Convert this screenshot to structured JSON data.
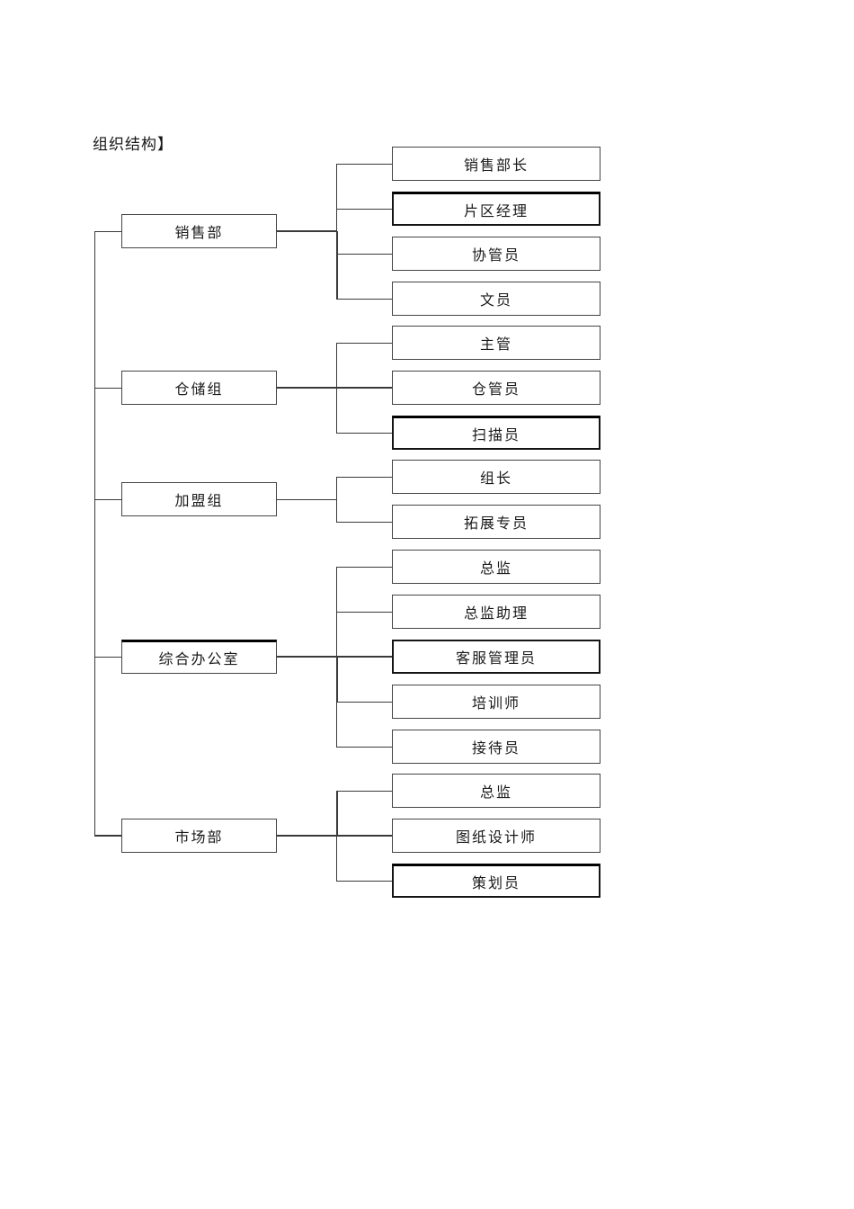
{
  "title": "组织结构】",
  "colors": {
    "line": "#3a3a3a",
    "border_normal": "#444444",
    "border_bold": "#151515",
    "text": "#1a1a1a",
    "background": "#ffffff"
  },
  "org": {
    "groups": [
      {
        "dept": "销售部",
        "roles": [
          "销售部长",
          "片区经理",
          "协管员",
          "文员"
        ]
      },
      {
        "dept": "仓储组",
        "roles": [
          "主管",
          "仓管员",
          "扫描员"
        ]
      },
      {
        "dept": "加盟组",
        "roles": [
          "组长",
          "拓展专员"
        ]
      },
      {
        "dept": "综合办公室",
        "roles": [
          "总监",
          "总监助理",
          "客服管理员",
          "培训师",
          "接待员"
        ]
      },
      {
        "dept": "市场部",
        "roles": [
          "总监",
          "图纸设计师",
          "策划员"
        ]
      }
    ]
  }
}
